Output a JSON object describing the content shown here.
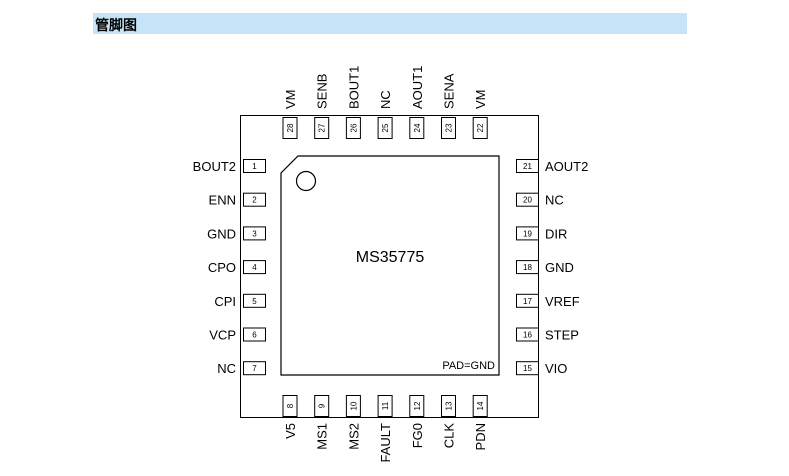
{
  "header": {
    "title": "管脚图"
  },
  "chip": {
    "name": "MS35775",
    "pad_note": "PAD=GND",
    "pins_left": [
      {
        "num": "1",
        "name": "BOUT2"
      },
      {
        "num": "2",
        "name": "ENN"
      },
      {
        "num": "3",
        "name": "GND"
      },
      {
        "num": "4",
        "name": "CPO"
      },
      {
        "num": "5",
        "name": "CPI"
      },
      {
        "num": "6",
        "name": "VCP"
      },
      {
        "num": "7",
        "name": "NC"
      }
    ],
    "pins_bottom": [
      {
        "num": "8",
        "name": "V5"
      },
      {
        "num": "9",
        "name": "MS1"
      },
      {
        "num": "10",
        "name": "MS2"
      },
      {
        "num": "11",
        "name": "FAULT"
      },
      {
        "num": "12",
        "name": "FG0"
      },
      {
        "num": "13",
        "name": "CLK"
      },
      {
        "num": "14",
        "name": "PDN"
      }
    ],
    "pins_right": [
      {
        "num": "15",
        "name": "VIO"
      },
      {
        "num": "16",
        "name": "STEP"
      },
      {
        "num": "17",
        "name": "VREF"
      },
      {
        "num": "18",
        "name": "GND"
      },
      {
        "num": "19",
        "name": "DIR"
      },
      {
        "num": "20",
        "name": "NC"
      },
      {
        "num": "21",
        "name": "AOUT2"
      }
    ],
    "pins_top": [
      {
        "num": "22",
        "name": "VM"
      },
      {
        "num": "23",
        "name": "SENA"
      },
      {
        "num": "24",
        "name": "AOUT1"
      },
      {
        "num": "25",
        "name": "NC"
      },
      {
        "num": "26",
        "name": "BOUT1"
      },
      {
        "num": "27",
        "name": "SENB"
      },
      {
        "num": "28",
        "name": "VM"
      }
    ]
  }
}
